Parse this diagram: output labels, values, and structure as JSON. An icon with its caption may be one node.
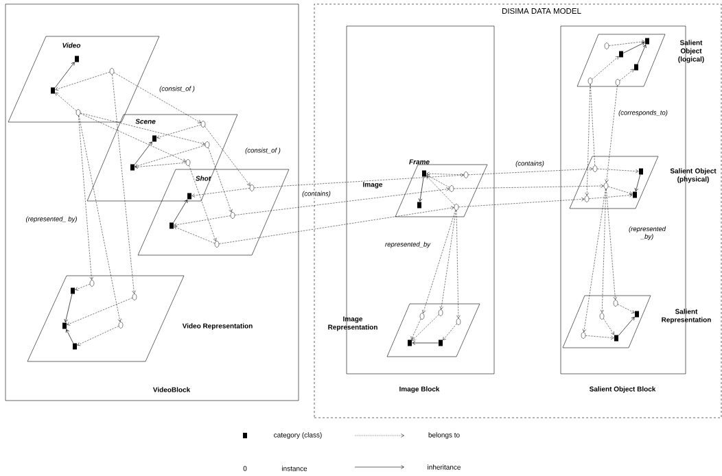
{
  "diagram": {
    "nodes": [
      {
        "text": [
          "VideoBlock"
        ]
      },
      {
        "text": [
          "DISIMA DATA MODEL"
        ]
      },
      {
        "text": [
          "Image Block"
        ],
        "in": 1
      },
      {
        "text": [
          "Salient Object Block"
        ],
        "in": 1
      },
      {
        "text": [
          "Video"
        ],
        "in": 0
      },
      {
        "text": [
          "Scene"
        ],
        "in": 0
      },
      {
        "text": [
          "Shot"
        ],
        "in": 0
      },
      {
        "text": [
          "Video Representation"
        ],
        "in": 0
      },
      {
        "text": [
          "Frame",
          "Image"
        ],
        "in": 2
      },
      {
        "text": [
          "Image Representation"
        ],
        "in": 2
      },
      {
        "text": [
          "Salient Object (logical)"
        ],
        "in": 3
      },
      {
        "text": [
          "Salient Object (physical)"
        ],
        "in": 3
      },
      {
        "text": [
          "Salient Representation"
        ],
        "in": 3
      },
      {
        "text": [],
        "shape": "square",
        "in": 4
      },
      {
        "text": [],
        "shape": "circle",
        "in": 4
      },
      {
        "text": [],
        "shape": "square",
        "in": 4
      },
      {
        "text": [],
        "shape": "circle",
        "in": 4
      },
      {
        "text": [],
        "shape": "circle",
        "in": 5
      },
      {
        "text": [],
        "shape": "square",
        "in": 5
      },
      {
        "text": [],
        "shape": "circle",
        "in": 5
      },
      {
        "text": [],
        "shape": "square",
        "in": 5
      },
      {
        "text": [],
        "shape": "circle",
        "in": 5
      },
      {
        "text": [],
        "shape": "square"
      },
      {
        "text": [],
        "shape": "circle",
        "in": 6
      },
      {
        "text": [],
        "shape": "square",
        "in": 6
      },
      {
        "text": [],
        "shape": "circle",
        "in": 6
      },
      {
        "text": [],
        "shape": "circle",
        "in": 6
      },
      {
        "text": [],
        "shape": "square",
        "in": 8
      },
      {
        "text": [],
        "shape": "circle",
        "in": 8
      },
      {
        "text": [],
        "shape": "circle",
        "in": 8
      },
      {
        "text": [],
        "shape": "square",
        "in": 8
      },
      {
        "text": [],
        "shape": "circle",
        "in": 8
      },
      {
        "text": [],
        "shape": "circle",
        "in": 9
      },
      {
        "text": [],
        "shape": "circle",
        "in": 9
      },
      {
        "text": [],
        "shape": "circle",
        "in": 9
      },
      {
        "text": [],
        "shape": "square",
        "in": 9
      },
      {
        "text": [],
        "shape": "square",
        "in": 9
      },
      {
        "text": [],
        "shape": "circle",
        "in": 10
      },
      {
        "text": [],
        "shape": "square",
        "in": 10
      },
      {
        "text": [],
        "shape": "square",
        "in": 10
      },
      {
        "text": [],
        "shape": "square",
        "in": 10
      },
      {
        "text": [],
        "shape": "circle",
        "in": 10
      },
      {
        "text": [],
        "shape": "circle",
        "in": 10
      },
      {
        "text": [],
        "shape": "circle",
        "in": 11
      },
      {
        "text": [],
        "shape": "square",
        "in": 11
      },
      {
        "text": [],
        "shape": "circle",
        "in": 11
      },
      {
        "text": [],
        "shape": "circle",
        "in": 11
      },
      {
        "text": [],
        "shape": "square",
        "in": 11
      },
      {
        "text": [],
        "shape": "circle",
        "in": 12
      },
      {
        "text": [],
        "shape": "circle",
        "in": 12
      },
      {
        "text": [],
        "shape": "circle",
        "in": 12
      },
      {
        "text": [],
        "shape": "square",
        "in": 12
      },
      {
        "text": [],
        "shape": "square",
        "in": 12
      },
      {
        "text": [],
        "shape": "circle",
        "in": 7
      },
      {
        "text": [],
        "shape": "square",
        "in": 7
      },
      {
        "text": [],
        "shape": "circle",
        "in": 7
      },
      {
        "text": [],
        "shape": "square",
        "in": 7
      },
      {
        "text": [],
        "shape": "circle",
        "in": 7
      },
      {
        "text": [],
        "shape": "square",
        "in": 7
      }
    ],
    "edges": [
      {
        "from": 15,
        "to": 13,
        "arrow": "to"
      },
      {
        "from": 14,
        "to": 15,
        "arrow": "to",
        "style": "dashed"
      },
      {
        "from": 16,
        "to": 15,
        "arrow": "to",
        "style": "dashed"
      },
      {
        "from": 14,
        "to": 17,
        "arrow": "to",
        "style": "dashed",
        "label": "(consist_of )"
      },
      {
        "from": 16,
        "to": 19,
        "arrow": "to",
        "style": "dashed"
      },
      {
        "from": 16,
        "to": 21,
        "arrow": "to",
        "style": "dashed"
      },
      {
        "from": 20,
        "to": 18,
        "arrow": "to"
      },
      {
        "from": 17,
        "to": 18,
        "arrow": "to",
        "style": "dashed"
      },
      {
        "from": 19,
        "to": 20,
        "arrow": "to",
        "style": "dashed"
      },
      {
        "from": 21,
        "to": 20,
        "arrow": "to",
        "style": "dashed"
      },
      {
        "from": 17,
        "to": 23,
        "arrow": "to",
        "style": "dashed",
        "label": "(consist_of )"
      },
      {
        "from": 19,
        "to": 25,
        "arrow": "to",
        "style": "dashed"
      },
      {
        "from": 21,
        "to": 26,
        "arrow": "to",
        "style": "dashed"
      },
      {
        "from": 24,
        "to": 22,
        "arrow": "to"
      },
      {
        "from": 23,
        "to": 22,
        "arrow": "to",
        "style": "dashed"
      },
      {
        "from": 25,
        "to": 24,
        "arrow": "to",
        "style": "dashed"
      },
      {
        "from": 26,
        "to": 24,
        "arrow": "to",
        "style": "dashed"
      },
      {
        "from": 23,
        "to": 28,
        "arrow": "to",
        "style": "dashed"
      },
      {
        "from": 25,
        "to": 29,
        "arrow": "to",
        "style": "dashed",
        "label": "(contains)"
      },
      {
        "from": 26,
        "to": 31,
        "arrow": "to",
        "style": "dashed"
      },
      {
        "from": 27,
        "to": 30,
        "arrow": "to"
      },
      {
        "from": 28,
        "to": 27,
        "arrow": "to",
        "style": "dashed"
      },
      {
        "from": 29,
        "to": 27,
        "arrow": "to",
        "style": "dashed"
      },
      {
        "from": 31,
        "to": 27,
        "arrow": "to",
        "style": "dashed"
      },
      {
        "from": 28,
        "to": 43,
        "arrow": "to",
        "style": "dashed",
        "label": "(contains)"
      },
      {
        "from": 29,
        "to": 45,
        "arrow": "to",
        "style": "dashed"
      },
      {
        "from": 31,
        "to": 46,
        "arrow": "to",
        "style": "dashed"
      },
      {
        "from": 31,
        "to": 32,
        "arrow": "to",
        "style": "dashed",
        "label": "represented_by"
      },
      {
        "from": 31,
        "to": 33,
        "arrow": "to",
        "style": "dashed"
      },
      {
        "from": 31,
        "to": 34,
        "arrow": "to",
        "style": "dashed"
      },
      {
        "from": 32,
        "to": 35,
        "arrow": "to",
        "style": "dashed"
      },
      {
        "from": 33,
        "to": 35,
        "arrow": "to",
        "style": "dashed"
      },
      {
        "from": 34,
        "to": 36,
        "arrow": "to",
        "style": "dashed"
      },
      {
        "from": 36,
        "to": 35,
        "arrow": "to"
      },
      {
        "from": 37,
        "to": 38,
        "arrow": "to",
        "style": "dashed"
      },
      {
        "from": 39,
        "to": 38,
        "arrow": "to"
      },
      {
        "from": 40,
        "to": 38,
        "arrow": "to"
      },
      {
        "from": 41,
        "to": 39,
        "arrow": "to",
        "style": "dashed"
      },
      {
        "from": 42,
        "to": 40,
        "arrow": "to",
        "style": "dashed"
      },
      {
        "from": 41,
        "to": 46,
        "arrow": "to",
        "style": "dashed"
      },
      {
        "from": 41,
        "to": 43,
        "arrow": "none",
        "style": "dashed"
      },
      {
        "from": 42,
        "to": 45,
        "arrow": "to",
        "style": "dashed",
        "label": "(corresponds_to)"
      },
      {
        "from": 43,
        "to": 44,
        "arrow": "to",
        "style": "dashed"
      },
      {
        "from": 44,
        "to": 47,
        "arrow": "to"
      },
      {
        "from": 45,
        "to": 47,
        "arrow": "to",
        "style": "dashed"
      },
      {
        "from": 46,
        "to": 47,
        "arrow": "to",
        "style": "dashed"
      },
      {
        "from": 45,
        "to": 48,
        "arrow": "to",
        "style": "dashed",
        "label": "(represented _by)"
      },
      {
        "from": 45,
        "to": 49,
        "arrow": "to",
        "style": "dashed"
      },
      {
        "from": 45,
        "to": 50,
        "arrow": "to",
        "style": "dashed"
      },
      {
        "from": 48,
        "to": 51,
        "arrow": "to",
        "style": "dashed"
      },
      {
        "from": 49,
        "to": 52,
        "arrow": "to",
        "style": "dashed"
      },
      {
        "from": 50,
        "to": 52,
        "arrow": "to",
        "style": "dashed"
      },
      {
        "from": 52,
        "to": 51,
        "arrow": "to"
      },
      {
        "from": 53,
        "to": 54,
        "arrow": "to",
        "style": "dashed"
      },
      {
        "from": 54,
        "to": 56,
        "arrow": "to"
      },
      {
        "from": 55,
        "to": 56,
        "arrow": "to",
        "style": "dashed"
      },
      {
        "from": 57,
        "to": 58,
        "arrow": "to",
        "style": "dashed"
      },
      {
        "from": 58,
        "to": 56,
        "arrow": "to"
      },
      {
        "from": 16,
        "to": 53,
        "arrow": "to",
        "style": "dashed",
        "label": "(represented_ by)"
      },
      {
        "from": 16,
        "to": 57,
        "arrow": "to",
        "style": "dashed"
      },
      {
        "from": 14,
        "to": 55,
        "arrow": "to",
        "style": "dashed"
      }
    ],
    "labels": [
      "0"
    ],
    "legend": [
      {
        "text": "category (class)"
      },
      {
        "text": "instance"
      },
      {
        "text": "belongs to"
      },
      {
        "text": "inheritance"
      }
    ]
  }
}
